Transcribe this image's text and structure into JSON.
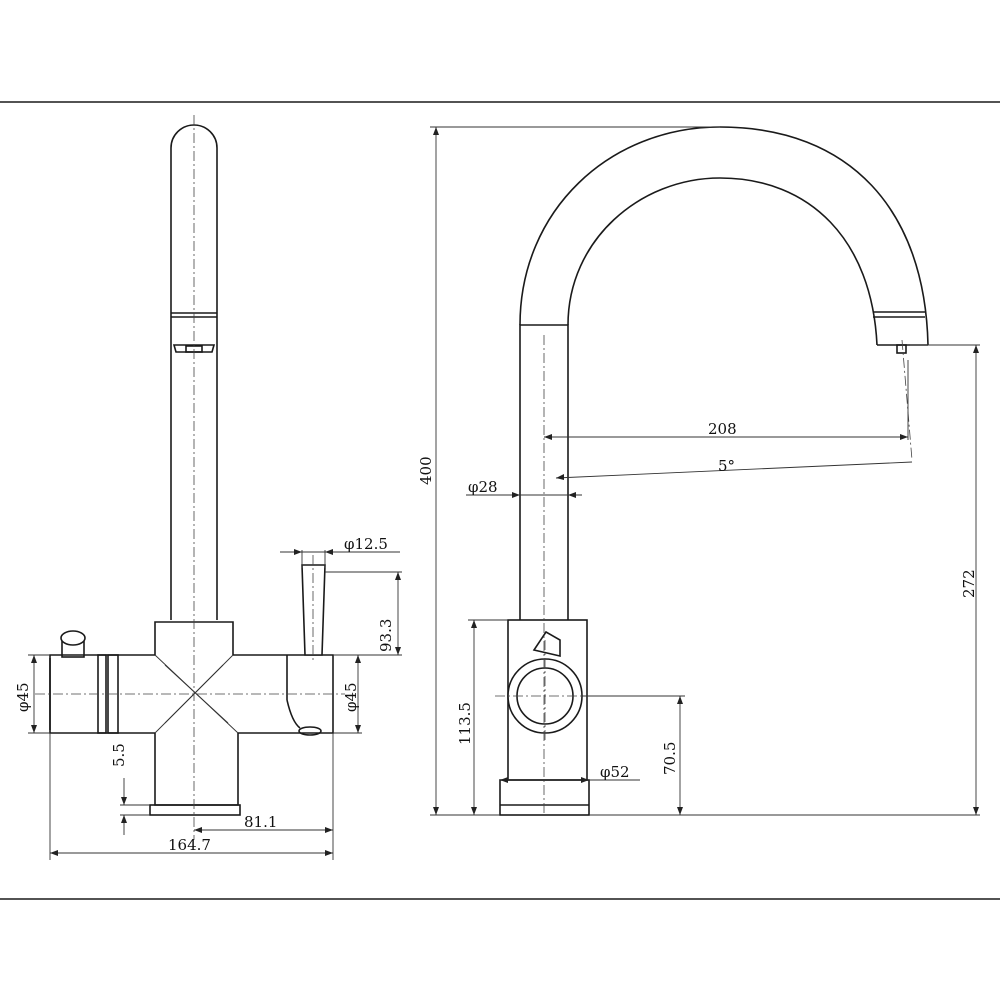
{
  "dimensions": {
    "side_left": {
      "phi_12_5": "φ12.5",
      "d_93_3": "93.3",
      "phi_45_left": "φ45",
      "phi_45_right": "φ45",
      "d_5_5": "5.5",
      "d_81_1": "81.1",
      "d_164_7": "164.7"
    },
    "side_right": {
      "d_400": "400",
      "d_208": "208",
      "angle_5": "5°",
      "phi_28": "φ28",
      "d_272": "272",
      "d_113_5": "113.5",
      "phi_52": "φ52",
      "d_70_5": "70.5"
    }
  },
  "colors": {
    "line": "#1a1a1a",
    "background": "#ffffff"
  }
}
